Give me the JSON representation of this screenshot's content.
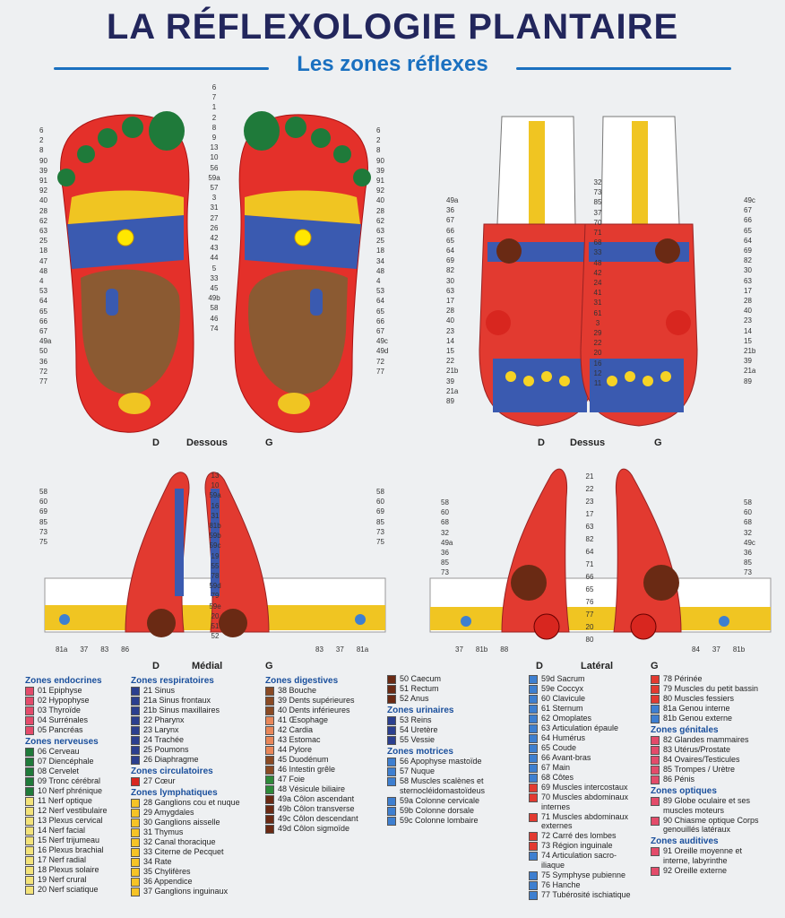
{
  "header": {
    "title": "LA RÉFLEXOLOGIE PLANTAIRE",
    "subtitle": "Les zones réflexes"
  },
  "views": [
    {
      "name": "Dessous",
      "left": "D",
      "right": "G",
      "left_nums": [
        "6",
        "2",
        "8",
        "90",
        "39",
        "91",
        "92",
        "40",
        "28",
        "62",
        "63",
        "25",
        "18",
        "47",
        "48",
        "4",
        "53",
        "64",
        "65",
        "66",
        "67",
        "49a",
        "50",
        "36",
        "72",
        "77"
      ],
      "right_nums": [
        "6",
        "2",
        "8",
        "90",
        "39",
        "91",
        "92",
        "40",
        "28",
        "62",
        "63",
        "25",
        "18",
        "34",
        "48",
        "4",
        "53",
        "64",
        "65",
        "66",
        "67",
        "49c",
        "49d",
        "72",
        "77"
      ],
      "center_nums": [
        "6",
        "7",
        "1",
        "2",
        "8",
        "9",
        "13",
        "10",
        "56",
        "59a",
        "57",
        "3",
        "31",
        "27",
        "26",
        "42",
        "43",
        "44",
        "5",
        "33",
        "45",
        "49b",
        "58",
        "46",
        "74"
      ]
    },
    {
      "name": "Dessus",
      "left": "D",
      "right": "G",
      "left_nums": [
        "49a",
        "36",
        "67",
        "66",
        "65",
        "64",
        "69",
        "82",
        "30",
        "63",
        "17",
        "28",
        "40",
        "23",
        "14",
        "15",
        "22",
        "21b",
        "39",
        "21a",
        "89"
      ],
      "right_nums": [
        "49c",
        "67",
        "66",
        "65",
        "64",
        "69",
        "82",
        "30",
        "63",
        "17",
        "28",
        "40",
        "23",
        "14",
        "15",
        "21b",
        "39",
        "21a",
        "89"
      ],
      "center_nums": [
        "32",
        "73",
        "85",
        "37",
        "70",
        "71",
        "68",
        "33",
        "48",
        "42",
        "24",
        "41",
        "31",
        "61",
        "3",
        "29",
        "22",
        "20",
        "16",
        "12",
        "11"
      ]
    },
    {
      "name": "Médial",
      "left": "D",
      "right": "G",
      "left_nums": [
        "58",
        "60",
        "69",
        "85",
        "73",
        "75"
      ],
      "right_nums": [
        "58",
        "60",
        "69",
        "85",
        "73",
        "75"
      ],
      "center_nums": [
        "13",
        "10",
        "59a",
        "16",
        "31",
        "81b",
        "59b",
        "59c",
        "19",
        "55",
        "78",
        "59d",
        "79",
        "59e",
        "20",
        "51",
        "52"
      ],
      "bottom_left": [
        "81a",
        "37",
        "83",
        "86"
      ],
      "bottom_right": [
        "83",
        "37",
        "81a"
      ]
    },
    {
      "name": "Latéral",
      "left": "D",
      "right": "G",
      "left_nums": [
        "58",
        "60",
        "68",
        "32",
        "49a",
        "36",
        "85",
        "73"
      ],
      "right_nums": [
        "58",
        "60",
        "68",
        "32",
        "49c",
        "36",
        "85",
        "73"
      ],
      "center_nums": [
        "21",
        "22",
        "23",
        "17",
        "63",
        "82",
        "64",
        "71",
        "66",
        "65",
        "76",
        "77",
        "20",
        "80"
      ],
      "bottom_left": [
        "37",
        "81b",
        "88"
      ],
      "bottom_right": [
        "84",
        "37",
        "81b"
      ]
    }
  ],
  "legend": {
    "columns": [
      [
        {
          "title": "Zones endocrines",
          "items": [
            {
              "t": "01 Epiphyse",
              "c": "#e34b6a"
            },
            {
              "t": "02 Hypophyse",
              "c": "#e34b6a"
            },
            {
              "t": "03 Thyroïde",
              "c": "#e34b6a"
            },
            {
              "t": "04 Surrénales",
              "c": "#e34b6a"
            },
            {
              "t": "05 Pancréas",
              "c": "#e34b6a"
            }
          ]
        },
        {
          "title": "Zones nerveuses",
          "items": [
            {
              "t": "06 Cerveau",
              "c": "#1f7a3a"
            },
            {
              "t": "07 Diencéphale",
              "c": "#1f7a3a"
            },
            {
              "t": "08 Cervelet",
              "c": "#1f7a3a"
            },
            {
              "t": "09 Tronc cérébral",
              "c": "#1f7a3a"
            },
            {
              "t": "10 Nerf phrénique",
              "c": "#1f7a3a"
            },
            {
              "t": "11 Nerf optique",
              "c": "#f3e37a"
            },
            {
              "t": "12 Nerf vestibulaire",
              "c": "#f3e37a"
            },
            {
              "t": "13 Plexus cervical",
              "c": "#f3e37a"
            },
            {
              "t": "14 Nerf facial",
              "c": "#f3e37a"
            },
            {
              "t": "15 Nerf trijumeau",
              "c": "#f3e37a"
            },
            {
              "t": "16 Plexus brachial",
              "c": "#f3e37a"
            },
            {
              "t": "17 Nerf radial",
              "c": "#f3e37a"
            },
            {
              "t": "18 Plexus solaire",
              "c": "#f3e37a"
            },
            {
              "t": "19 Nerf crural",
              "c": "#f3e37a"
            },
            {
              "t": "20 Nerf sciatique",
              "c": "#f3e37a"
            }
          ]
        }
      ],
      [
        {
          "title": "Zones respiratoires",
          "items": [
            {
              "t": "21 Sinus",
              "c": "#2b3f8f"
            },
            {
              "t": "21a Sinus frontaux",
              "c": "#2b3f8f"
            },
            {
              "t": "21b Sinus maxillaires",
              "c": "#2b3f8f"
            },
            {
              "t": "22 Pharynx",
              "c": "#2b3f8f"
            },
            {
              "t": "23 Larynx",
              "c": "#2b3f8f"
            },
            {
              "t": "24 Trachée",
              "c": "#2b3f8f"
            },
            {
              "t": "25 Poumons",
              "c": "#2b3f8f"
            },
            {
              "t": "26 Diaphragme",
              "c": "#2b3f8f"
            }
          ]
        },
        {
          "title": "Zones circulatoires",
          "items": [
            {
              "t": "27 Cœur",
              "c": "#d8261f"
            }
          ]
        },
        {
          "title": "Zones lymphatiques",
          "items": [
            {
              "t": "28 Ganglions cou et nuque",
              "c": "#f6c325"
            },
            {
              "t": "29 Amygdales",
              "c": "#f6c325"
            },
            {
              "t": "30 Ganglions aisselle",
              "c": "#f6c325"
            },
            {
              "t": "31 Thymus",
              "c": "#f6c325"
            },
            {
              "t": "32 Canal thoracique",
              "c": "#f6c325"
            },
            {
              "t": "33 Citerne de Pecquet",
              "c": "#f6c325"
            },
            {
              "t": "34 Rate",
              "c": "#f6c325"
            },
            {
              "t": "35 Chylifères",
              "c": "#f6c325"
            },
            {
              "t": "36 Appendice",
              "c": "#f6c325"
            },
            {
              "t": "37 Ganglions inguinaux",
              "c": "#f6c325"
            }
          ]
        }
      ],
      [
        {
          "title": "Zones digestives",
          "items": [
            {
              "t": "38 Bouche",
              "c": "#8a4a24"
            },
            {
              "t": "39 Dents supérieures",
              "c": "#8a4a24"
            },
            {
              "t": "40 Dents inférieures",
              "c": "#8a4a24"
            },
            {
              "t": "41 Œsophage",
              "c": "#e8875a"
            },
            {
              "t": "42 Cardia",
              "c": "#e8875a"
            },
            {
              "t": "43 Estomac",
              "c": "#e8875a"
            },
            {
              "t": "44 Pylore",
              "c": "#e8875a"
            },
            {
              "t": "45 Duodénum",
              "c": "#8a4a24"
            },
            {
              "t": "46 Intestin grêle",
              "c": "#8a4a24"
            },
            {
              "t": "47 Foie",
              "c": "#2e8a3a"
            },
            {
              "t": "48 Vésicule biliaire",
              "c": "#2e8a3a"
            },
            {
              "t": "49a Côlon ascendant",
              "c": "#6a2a14"
            },
            {
              "t": "49b Côlon transverse",
              "c": "#6a2a14"
            },
            {
              "t": "49c Côlon descendant",
              "c": "#6a2a14"
            },
            {
              "t": "49d Côlon sigmoïde",
              "c": "#6a2a14"
            }
          ]
        }
      ],
      [
        {
          "title": "",
          "items": [
            {
              "t": "50 Caecum",
              "c": "#6a2a14"
            },
            {
              "t": "51 Rectum",
              "c": "#6a2a14"
            },
            {
              "t": "52 Anus",
              "c": "#6a2a14"
            }
          ]
        },
        {
          "title": "Zones urinaires",
          "items": [
            {
              "t": "53 Reins",
              "c": "#2b3f8f"
            },
            {
              "t": "54 Uretère",
              "c": "#2b3f8f"
            },
            {
              "t": "55 Vessie",
              "c": "#2b3f8f"
            }
          ]
        },
        {
          "title": "Zones motrices",
          "items": [
            {
              "t": "56 Apophyse mastoïde",
              "c": "#3e7fd0"
            },
            {
              "t": "57 Nuque",
              "c": "#3e7fd0"
            },
            {
              "t": "58 Muscles scalènes et\nsternocléidomastoïdeus",
              "c": "#3e7fd0"
            },
            {
              "t": "59a Colonne cervicale",
              "c": "#3e7fd0"
            },
            {
              "t": "59b Colonne dorsale",
              "c": "#3e7fd0"
            },
            {
              "t": "59c Colonne lombaire",
              "c": "#3e7fd0"
            }
          ]
        }
      ],
      [
        {
          "title": "",
          "items": [
            {
              "t": "59d Sacrum",
              "c": "#3e7fd0"
            },
            {
              "t": "59e Coccyx",
              "c": "#3e7fd0"
            },
            {
              "t": "60 Clavicule",
              "c": "#3e7fd0"
            },
            {
              "t": "61 Sternum",
              "c": "#3e7fd0"
            },
            {
              "t": "62 Omoplates",
              "c": "#3e7fd0"
            },
            {
              "t": "63 Articulation épaule",
              "c": "#3e7fd0"
            },
            {
              "t": "64 Humérus",
              "c": "#3e7fd0"
            },
            {
              "t": "65 Coude",
              "c": "#3e7fd0"
            },
            {
              "t": "66 Avant-bras",
              "c": "#3e7fd0"
            },
            {
              "t": "67 Main",
              "c": "#3e7fd0"
            },
            {
              "t": "68 Côtes",
              "c": "#3e7fd0"
            },
            {
              "t": "69 Muscles intercostaux",
              "c": "#e23a30"
            },
            {
              "t": "70 Muscles abdominaux\ninternes",
              "c": "#e23a30"
            },
            {
              "t": "71 Muscles abdominaux\nexternes",
              "c": "#e23a30"
            },
            {
              "t": "72 Carré des lombes",
              "c": "#e23a30"
            },
            {
              "t": "73 Région inguinale",
              "c": "#e23a30"
            },
            {
              "t": "74 Articulation sacro-\niliaque",
              "c": "#3e7fd0"
            },
            {
              "t": "75 Symphyse pubienne",
              "c": "#3e7fd0"
            },
            {
              "t": "76 Hanche",
              "c": "#3e7fd0"
            },
            {
              "t": "77 Tubérosité ischiatique",
              "c": "#3e7fd0"
            }
          ]
        }
      ],
      [
        {
          "title": "",
          "items": [
            {
              "t": "78 Périnée",
              "c": "#e23a30"
            },
            {
              "t": "79 Muscles du petit bassin",
              "c": "#e23a30"
            },
            {
              "t": "80 Muscles fessiers",
              "c": "#e23a30"
            },
            {
              "t": "81a Genou interne",
              "c": "#3e7fd0"
            },
            {
              "t": "81b Genou externe",
              "c": "#3e7fd0"
            }
          ]
        },
        {
          "title": "Zones génitales",
          "items": [
            {
              "t": "82 Glandes mammaires",
              "c": "#e34b6a"
            },
            {
              "t": "83 Utérus/Prostate",
              "c": "#e34b6a"
            },
            {
              "t": "84 Ovaires/Testicules",
              "c": "#e34b6a"
            },
            {
              "t": "85 Trompes / Urètre",
              "c": "#e34b6a"
            },
            {
              "t": "86 Pénis",
              "c": "#e34b6a"
            }
          ]
        },
        {
          "title": "Zones optiques",
          "items": [
            {
              "t": "89 Globe oculaire et ses\nmuscles moteurs",
              "c": "#e34b6a"
            },
            {
              "t": "90 Chiasme optique Corps\ngenouillés latéraux",
              "c": "#e34b6a"
            }
          ]
        },
        {
          "title": "Zones auditives",
          "items": [
            {
              "t": "91 Oreille moyenne et\ninterne, labyrinthe",
              "c": "#e34b6a"
            },
            {
              "t": "92 Oreille externe",
              "c": "#e34b6a"
            }
          ]
        }
      ]
    ]
  }
}
